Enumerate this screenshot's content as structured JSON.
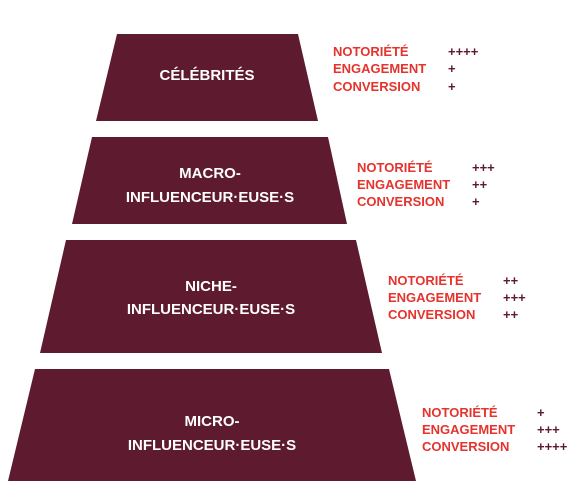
{
  "colors": {
    "background": "#ffffff",
    "tier_fill": "#5e1b2f",
    "tier_text": "#ffffff",
    "metric_label": "#e5332d",
    "metric_rating": "#5e1b2f"
  },
  "tiers": [
    {
      "label_lines": [
        "CÉLÉBRITÉS"
      ],
      "metrics": [
        {
          "label": "NOTORIÉTÉ",
          "rating": "++++"
        },
        {
          "label": "ENGAGEMENT",
          "rating": "+"
        },
        {
          "label": "CONVERSION",
          "rating": "+"
        }
      ]
    },
    {
      "label_lines": [
        "MACRO-",
        "INFLUENCEUR·EUSE·S"
      ],
      "metrics": [
        {
          "label": "NOTORIÉTÉ",
          "rating": "+++"
        },
        {
          "label": "ENGAGEMENT",
          "rating": "++"
        },
        {
          "label": "CONVERSION",
          "rating": "+"
        }
      ]
    },
    {
      "label_lines": [
        "NICHE-",
        "INFLUENCEUR·EUSE·S"
      ],
      "metrics": [
        {
          "label": "NOTORIÉTÉ",
          "rating": "++"
        },
        {
          "label": "ENGAGEMENT",
          "rating": "+++"
        },
        {
          "label": "CONVERSION",
          "rating": "++"
        }
      ]
    },
    {
      "label_lines": [
        "MICRO-",
        "INFLUENCEUR·EUSE·S"
      ],
      "metrics": [
        {
          "label": "NOTORIÉTÉ",
          "rating": "+"
        },
        {
          "label": "ENGAGEMENT",
          "rating": "+++"
        },
        {
          "label": "CONVERSION",
          "rating": "++++"
        }
      ]
    }
  ]
}
